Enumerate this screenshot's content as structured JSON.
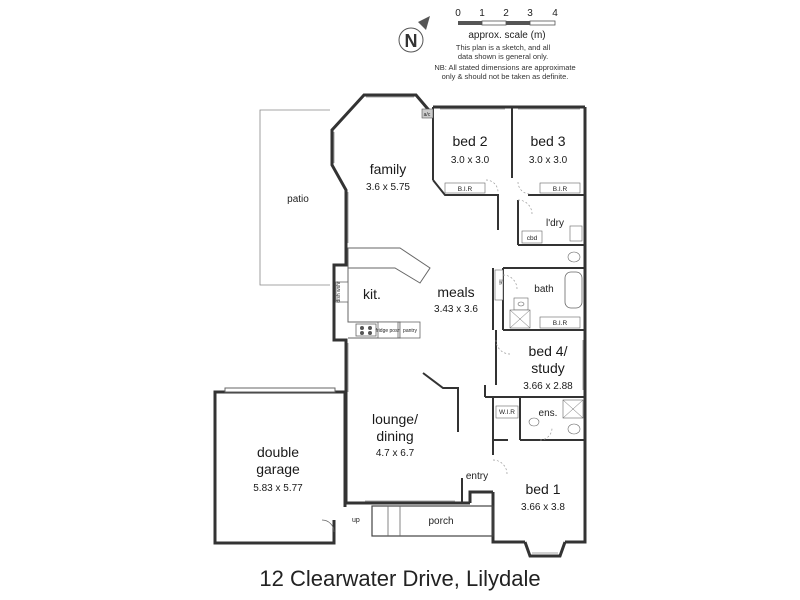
{
  "compass": {
    "label": "N"
  },
  "scale": {
    "ticks": [
      "0",
      "1",
      "2",
      "3",
      "4"
    ],
    "caption": "approx. scale (m)",
    "note_lines": [
      "This plan is a sketch, and all",
      "data shown is general only."
    ]
  },
  "disclaimer": {
    "lines": [
      "NB: All stated dimensions are approximate",
      "only & should not be taken as definite."
    ]
  },
  "rooms": {
    "family": {
      "name": "family",
      "dim": "3.6 x 5.75"
    },
    "patio": {
      "name": "patio"
    },
    "bed2": {
      "name": "bed 2",
      "dim": "3.0 x 3.0"
    },
    "bed3": {
      "name": "bed 3",
      "dim": "3.0 x 3.0"
    },
    "kitchen": {
      "name": "kit."
    },
    "meals": {
      "name": "meals",
      "dim": "3.43 x 3.6"
    },
    "bath": {
      "name": "bath"
    },
    "laundry": {
      "name": "l'dry"
    },
    "bed4": {
      "line1": "bed 4/",
      "line2": "study",
      "dim": "3.66 x 2.88"
    },
    "lounge": {
      "line1": "lounge/",
      "line2": "dining",
      "dim": "4.7 x 6.7"
    },
    "garage": {
      "line1": "double",
      "line2": "garage",
      "dim": "5.83 x 5.77"
    },
    "bed1": {
      "name": "bed 1",
      "dim": "3.66 x 3.8"
    },
    "entry": {
      "name": "entry"
    },
    "porch": {
      "name": "porch"
    },
    "ensuite": {
      "name": "ens."
    }
  },
  "fixtures": {
    "ac": "a/c",
    "bir_bed2": "B.I.R",
    "bir_bed3": "B.I.R",
    "bir_bed4": "B.I.R",
    "wir": "W.I.R",
    "cbd": "cbd",
    "linen": "lin",
    "dishwasher": "dish wshr",
    "fridge": "fridge posn",
    "pantry": "pantry",
    "up": "up"
  },
  "address": "12 Clearwater Drive, Lilydale"
}
